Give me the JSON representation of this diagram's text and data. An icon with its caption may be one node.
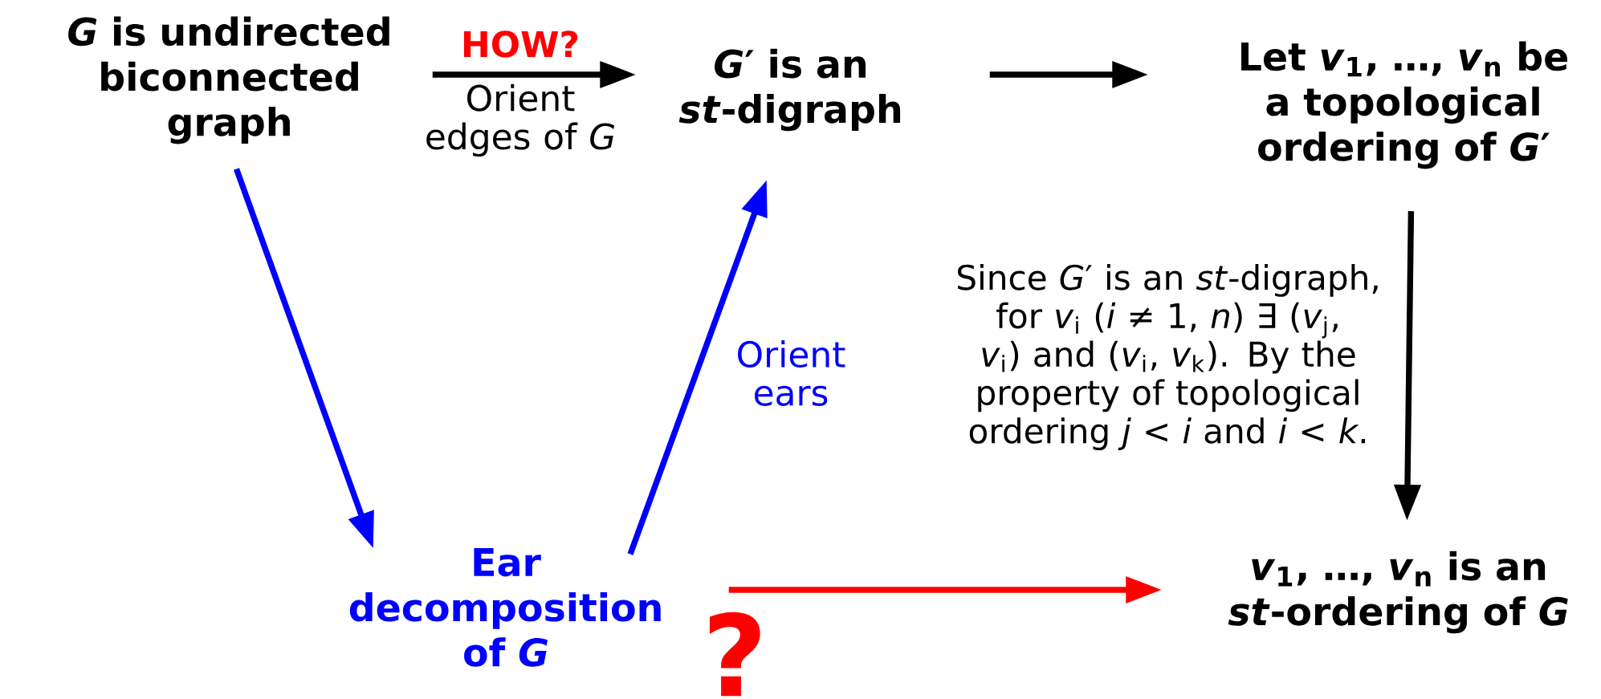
{
  "diagram": {
    "nodes": [
      {
        "text": [
          "*G* is undirected biconnected graph"
        ]
      },
      {
        "text": [
          "*G*′ is an *st*-digraph"
        ]
      },
      {
        "text": [
          "Let *v*$_{1}$, …, *v*$_{n}$ be a topological ordering of *G*′"
        ]
      },
      {
        "text": [
          "Ear decomposition of *G*"
        ]
      },
      {
        "text": [
          "*v*$_{1}$, …, *v*$_{n}$ is an *st*-ordering of *G*"
        ]
      }
    ],
    "edges": [
      {
        "from": 0,
        "to": 1,
        "arrow": "to",
        "label": "HOW?"
      },
      {
        "from": 1,
        "to": 2,
        "arrow": "to"
      },
      {
        "from": 2,
        "to": 4,
        "arrow": "to",
        "label": "Since *G*′ is an *st*-digraph, for *v*$_{i}$ (*i* ≠ 1, *n*) ∃ (*v*$_{j}$, *v*$_{i}$) and (*v*$_{i}$, *v*$_{k}$). By the property of topological ordering *j* < *i* and *i* < *k*."
      },
      {
        "from": 0,
        "to": 3,
        "arrow": "to",
        "color": "#0000ff"
      },
      {
        "from": 3,
        "to": 1,
        "arrow": "to",
        "color": "#0000ff",
        "label": "Orient ears"
      },
      {
        "from": 3,
        "to": 4,
        "arrow": "to",
        "color": "#ff0000",
        "label": "?"
      }
    ],
    "labels": [
      "Orient edges of *G*"
    ]
  }
}
